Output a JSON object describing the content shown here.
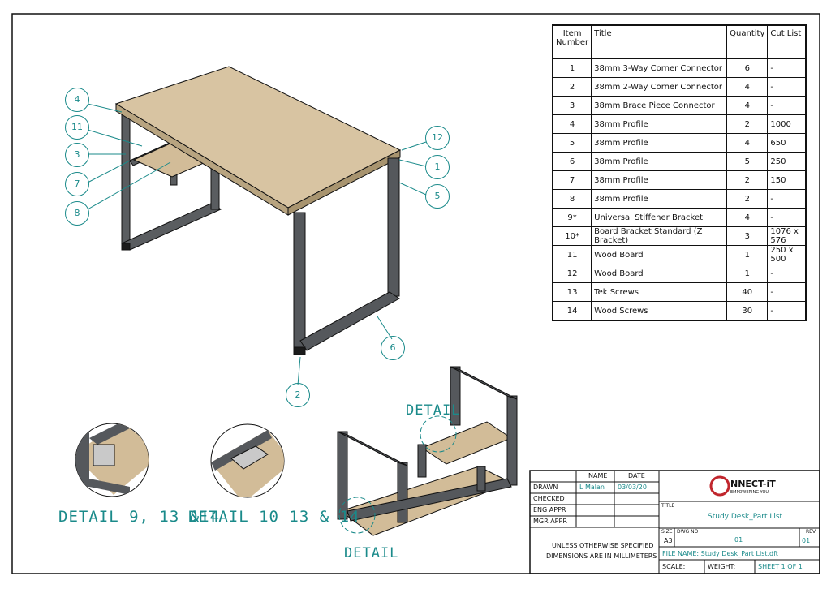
{
  "bom": {
    "headers": {
      "item": "Item Number",
      "title": "Title",
      "qty": "Quantity",
      "cut": "Cut List"
    },
    "rows": [
      {
        "item": "1",
        "title": "38mm 3-Way Corner Connector",
        "qty": "6",
        "cut": "-"
      },
      {
        "item": "2",
        "title": "38mm 2-Way Corner Connector",
        "qty": "4",
        "cut": "-"
      },
      {
        "item": "3",
        "title": "38mm Brace Piece Connector",
        "qty": "4",
        "cut": "-"
      },
      {
        "item": "4",
        "title": "38mm Profile",
        "qty": "2",
        "cut": "1000"
      },
      {
        "item": "5",
        "title": "38mm Profile",
        "qty": "4",
        "cut": "650"
      },
      {
        "item": "6",
        "title": "38mm Profile",
        "qty": "5",
        "cut": "250"
      },
      {
        "item": "7",
        "title": "38mm Profile",
        "qty": "2",
        "cut": "150"
      },
      {
        "item": "8",
        "title": "38mm Profile",
        "qty": "2",
        "cut": "-"
      },
      {
        "item": "9*",
        "title": "Universal Stiffener Bracket",
        "qty": "4",
        "cut": "-"
      },
      {
        "item": "10*",
        "title": "Board Bracket Standard (Z Bracket)",
        "qty": "3",
        "cut": "1076 x 576"
      },
      {
        "item": "11",
        "title": "Wood Board",
        "qty": "1",
        "cut": "250 x 500"
      },
      {
        "item": "12",
        "title": "Wood Board",
        "qty": "1",
        "cut": "-"
      },
      {
        "item": "13",
        "title": "Tek Screws",
        "qty": "40",
        "cut": "-"
      },
      {
        "item": "14",
        "title": "Wood Screws",
        "qty": "30",
        "cut": "-"
      }
    ]
  },
  "callouts": [
    "4",
    "11",
    "3",
    "7",
    "8",
    "12",
    "1",
    "5",
    "6",
    "2"
  ],
  "details": {
    "label_a": "DETAIL 9, 13 &14",
    "label_b": "DETAIL 10 13 & 14",
    "detail_top": "DETAIL",
    "detail_bottom": "DETAIL"
  },
  "title_block": {
    "name_hdr": "NAME",
    "date_hdr": "DATE",
    "drawn": "DRAWN",
    "checked": "CHECKED",
    "eng_appr": "ENG APPR",
    "mgr_appr": "MGR APPR",
    "drawn_name": "L Malan",
    "drawn_date": "03/03/20",
    "note_1": "UNLESS OTHERWISE SPECIFIED",
    "note_2": "DIMENSIONS ARE IN MILLIMETERS",
    "title_label": "TITLE",
    "title_value": "Study Desk_Part List",
    "size_label": "SIZE",
    "size_value": "A3",
    "dwg_label": "DWG NO",
    "dwg_value": "01",
    "rev_label": "REV",
    "rev_value": "01",
    "file_name": "FILE NAME: Study Desk_Part List.dft",
    "scale": "SCALE:",
    "weight": "WEIGHT:",
    "sheet": "SHEET 1 OF 1",
    "logo_text": "NNECT-iT",
    "logo_tag": "EMPOWERING YOU"
  }
}
